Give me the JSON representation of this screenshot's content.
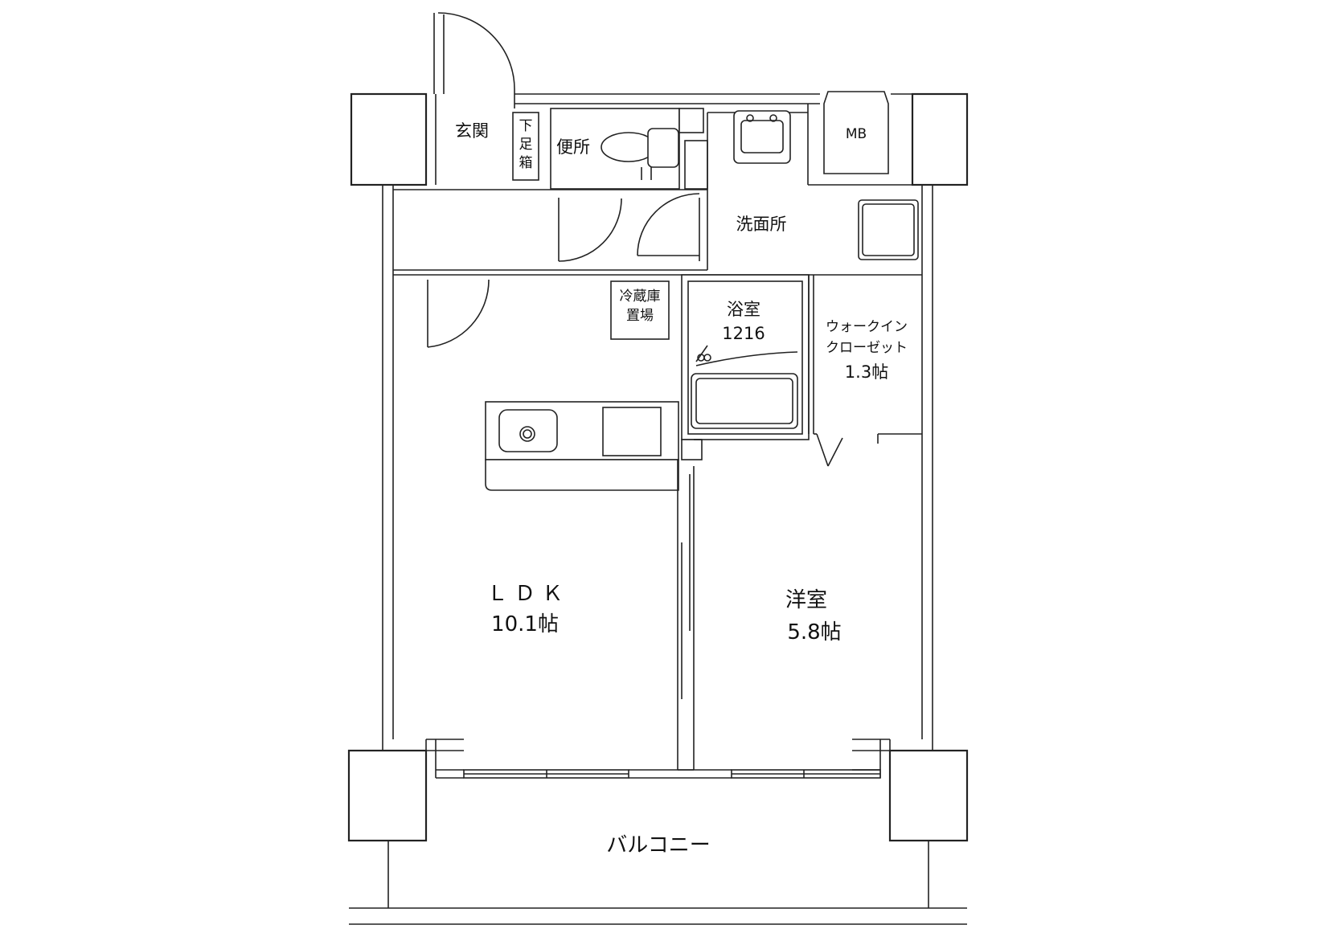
{
  "floorplan": {
    "rooms": {
      "entrance": "玄関",
      "shoe_box": [
        "下",
        "足",
        "箱"
      ],
      "toilet": "便所",
      "washroom": "洗面所",
      "meter_box": "MB",
      "fridge_space": [
        "冷蔵庫",
        "置場"
      ],
      "bathroom": {
        "name": "浴室",
        "size": "1216"
      },
      "walk_in_closet": {
        "name_line1": "ウォークイン",
        "name_line2": "クローゼット",
        "size": "1.3帖"
      },
      "ldk": {
        "name": "Ｌ Ｄ Ｋ",
        "size": "10.1帖"
      },
      "western_room": {
        "name": "洋室",
        "size": "5.8帖"
      },
      "balcony": "バルコニー"
    }
  }
}
